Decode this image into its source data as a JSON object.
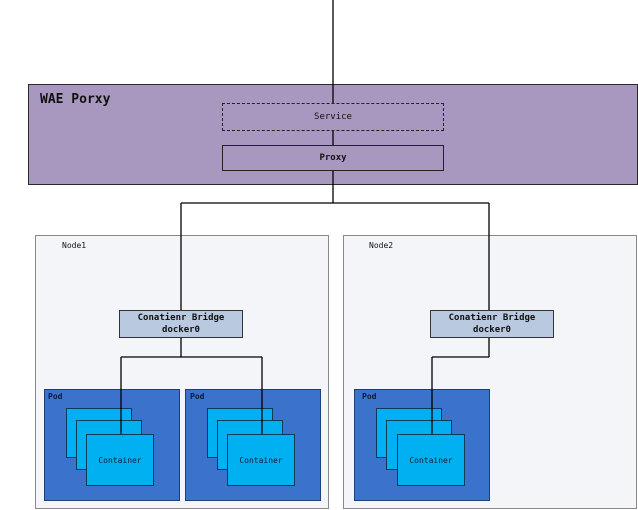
{
  "proxy_band": {
    "title": "WAE Porxy",
    "service_label": "Service",
    "proxy_label": "Proxy"
  },
  "nodes": [
    {
      "label": "Node1",
      "bridge_line1": "Conatienr Bridge",
      "bridge_line2": "docker0",
      "pods": [
        {
          "label": "Pod",
          "container_label": "Container"
        },
        {
          "label": "Pod",
          "container_label": "Container"
        }
      ]
    },
    {
      "label": "Node2",
      "bridge_line1": "Conatienr Bridge",
      "bridge_line2": "docker0",
      "pods": [
        {
          "label": "Pod",
          "container_label": "Container"
        }
      ]
    }
  ],
  "colors": {
    "proxy_band": "#a898c0",
    "node_bg": "#f3f5f8",
    "bridge": "#b8c9e0",
    "pod": "#3a72cc",
    "container": "#00b0f0"
  }
}
